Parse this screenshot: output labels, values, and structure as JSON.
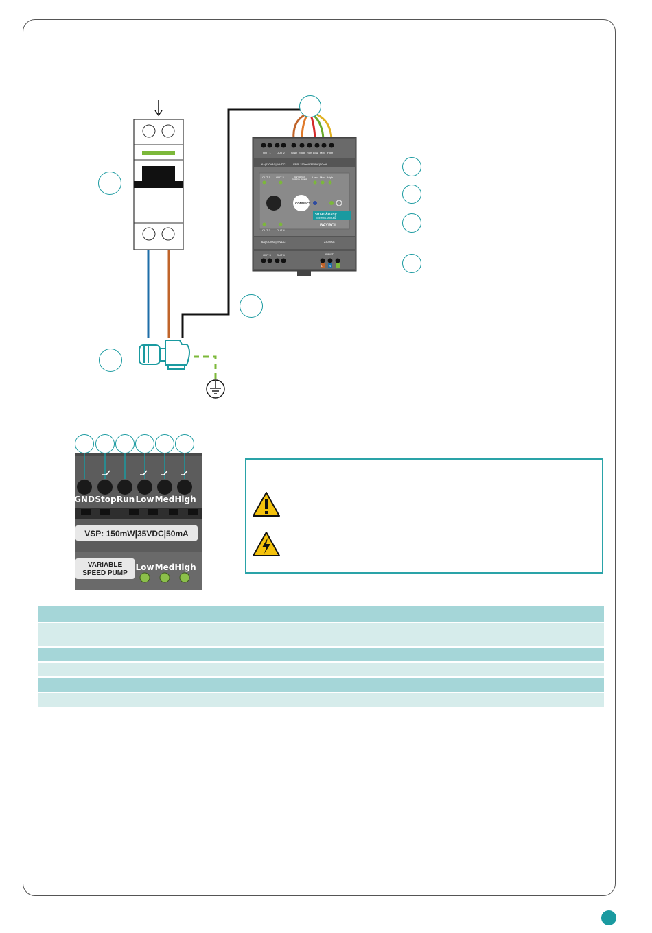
{
  "terminals": [
    "GND",
    "Stop",
    "Run",
    "Low",
    "Med",
    "High"
  ],
  "detail": {
    "vsp_spec": "VSP: 150mW|35VDC|50mA",
    "vsp_title_line1": "VARIABLE",
    "vsp_title_line2": "SPEED PUMP",
    "led_labels": [
      "Low",
      "Med",
      "High"
    ]
  },
  "module": {
    "top_outputs": [
      "OUT 1",
      "OUT 2"
    ],
    "top_terminals": [
      "GND",
      "Stop",
      "Run",
      "Low",
      "Med",
      "High"
    ],
    "rating_left": "6A|230VAC|24VDC",
    "rating_vsp": "VSP: 150mW|35VDC|50mA",
    "led_out1": "OUT 1",
    "led_out2": "OUT 2",
    "vsp_label_line1": "VARIABLE",
    "vsp_label_line2": "SPEED PUMP",
    "led_labels": [
      "Low",
      "Med",
      "High"
    ],
    "connect_label": "CONNECT",
    "brand_line1": "smart&easy",
    "brand_line2": "CONTROL MODULE",
    "bayrol": "BAYROL",
    "led_out3": "OUT 3",
    "led_out4": "OUT 4",
    "rating_bottom": "6A|230VAC|24VDC",
    "rating_230": "230 VAC",
    "bottom_outputs": [
      "OUT 3",
      "OUT 4"
    ],
    "input_label": "INPUT",
    "input_terminals": [
      "L",
      "N"
    ]
  },
  "colors": {
    "accent": "#1a9aa0",
    "table_dark": "#a5d6d8",
    "table_light": "#d6eceb",
    "wire_blue": "#1e6ea8",
    "wire_brown": "#c0642a",
    "wire_red": "#d42a2a",
    "wire_green": "#6aaa2a",
    "wire_yellow": "#e0b020",
    "earth_green": "#7cb83a"
  },
  "icons": [
    "warning-triangle-icon",
    "high-voltage-icon",
    "ground-symbol-icon",
    "power-icon"
  ]
}
